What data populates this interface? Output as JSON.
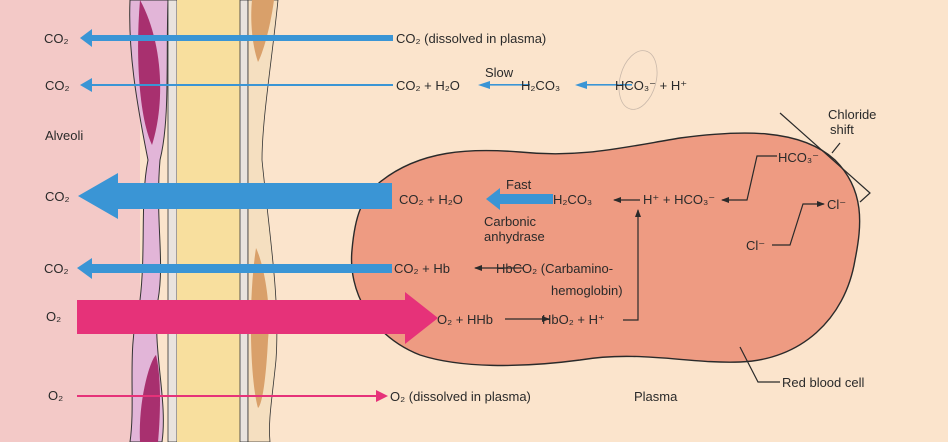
{
  "colors": {
    "co2_arrow": "#3a95d5",
    "o2_arrow": "#e63279",
    "red_blood_cell": "#ee9b82",
    "plasma_bg": "#fbe4cc",
    "alveoli_bg": "#f3c9c7",
    "capillary_wall": "#f8df9e"
  },
  "left_labels": {
    "co2_1": "CO₂",
    "co2_2": "CO₂",
    "alveoli": "Alveoli",
    "co2_3": "CO₂",
    "co2_4": "CO₂",
    "o2_1": "O₂",
    "o2_2": "O₂"
  },
  "reactions": {
    "row1": "CO₂ (dissolved in plasma)",
    "row2_products": "CO₂ + H₂O",
    "row2_slow": "Slow",
    "row2_h2co3": "H₂CO₃",
    "row2_reactants": "HCO₃⁻  + H⁺",
    "row3_products": "CO₂ + H₂O",
    "row3_fast": "Fast",
    "row3_h2co3": "H₂CO₃",
    "row3_reactants": "H⁺  + HCO₃⁻",
    "enzyme_line1": "Carbonic",
    "enzyme_line2": "anhydrase",
    "row4_products": "CO₂ + Hb",
    "row4_reactant": "HbCO₂ (Carbamino-",
    "row4_reactant_line2": "hemoglobin)",
    "row5_reactants": "O₂ + HHb",
    "row5_products": "HbO₂ + H⁺",
    "row6": "O₂ (dissolved in plasma)"
  },
  "chloride_shift": {
    "label_line1": "Chloride",
    "label_line2": "shift",
    "hco3_out": "HCO₃⁻",
    "cl_out": "Cl⁻",
    "cl_in": "Cl⁻"
  },
  "regions": {
    "plasma": "Plasma",
    "red_blood_cell": "Red blood cell"
  }
}
